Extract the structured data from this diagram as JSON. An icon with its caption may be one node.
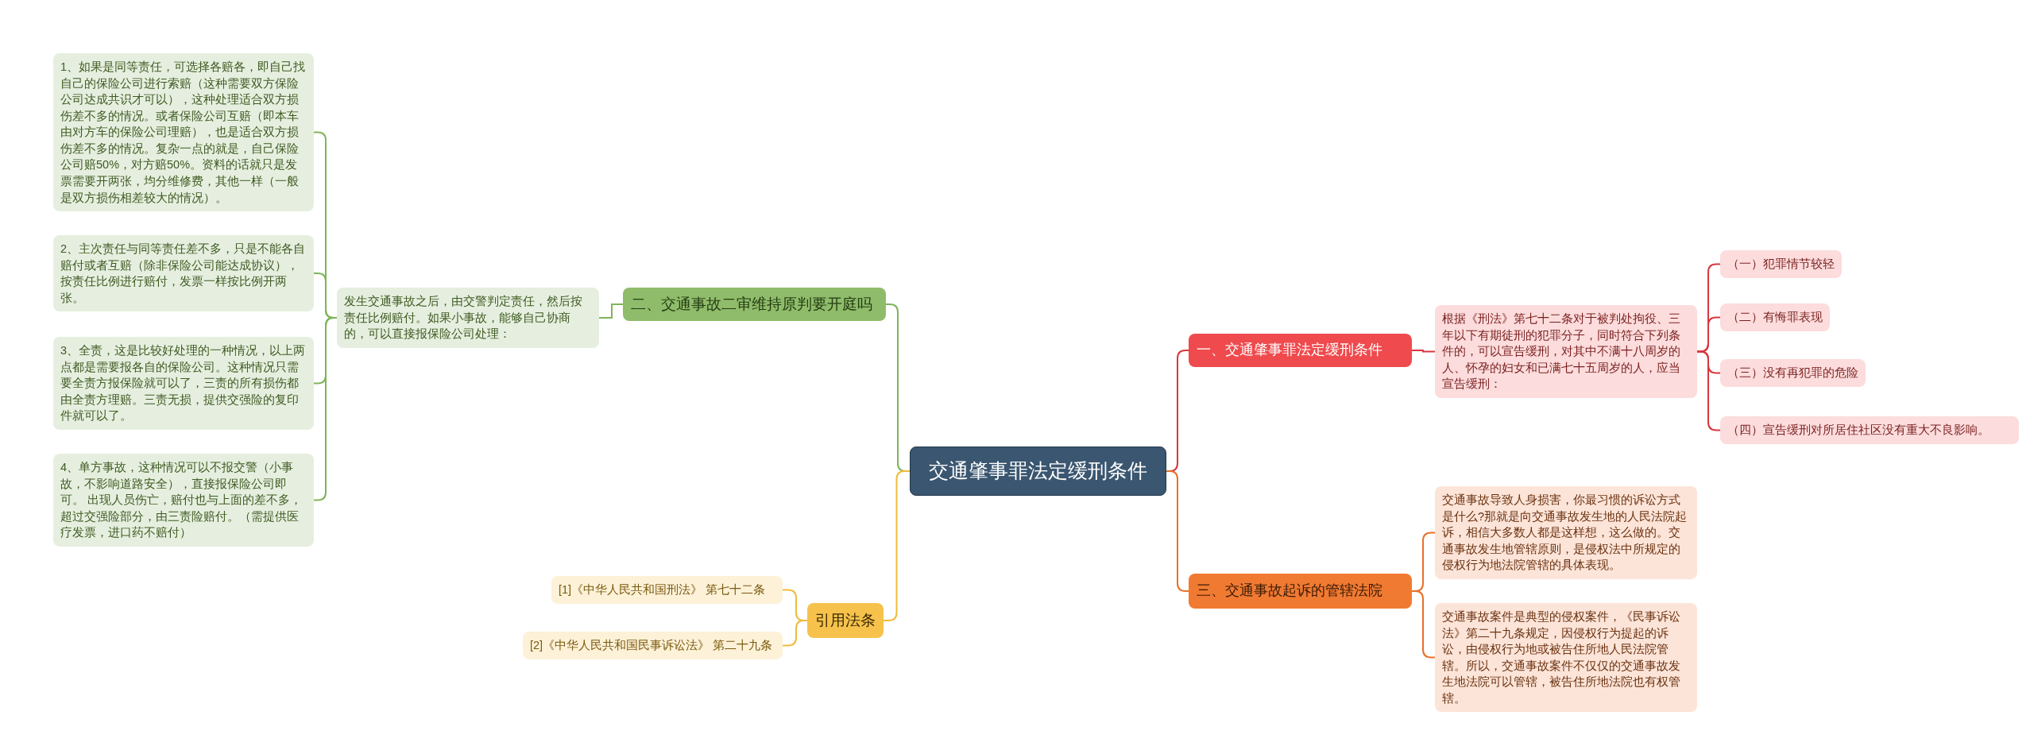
{
  "diagram": {
    "nodes": [
      {
        "text": [
          "交通肇事罪法定缓刑条件"
        ]
      },
      {
        "text": [
          "一、交通肇事罪法定缓刑条件"
        ]
      },
      {
        "text": [
          "根据《刑法》第七十二条对于被判处拘役、三年以下有期徒刑的犯罪分子，同时符合下列条件的，可以宣告缓刑，对其中不满十八周岁的人、怀孕的妇女和已满七十五周岁的人，应当宣告缓刑："
        ]
      },
      {
        "text": [
          "（一）犯罪情节较轻"
        ]
      },
      {
        "text": [
          "（二）有悔罪表现"
        ]
      },
      {
        "text": [
          "（三）没有再犯罪的危险"
        ]
      },
      {
        "text": [
          "（四）宣告缓刑对所居住社区没有重大不良影响。"
        ]
      },
      {
        "text": [
          "三、交通事故起诉的管辖法院"
        ]
      },
      {
        "text": [
          "交通事故导致人身损害，你最习惯的诉讼方式是什么?那就是向交通事故发生地的人民法院起诉，相信大多数人都是这样想，这么做的。交通事故发生地管辖原则，是侵权法中所规定的侵权行为地法院管辖的具体表现。"
        ]
      },
      {
        "text": [
          "交通事故案件是典型的侵权案件，《民事诉讼法》第二十九条规定，因侵权行为提起的诉讼，由侵权行为地或被告住所地人民法院管辖。所以，交通事故案件不仅仅的交通事故发生地法院可以管辖，被告住所地法院也有权管辖。"
        ]
      },
      {
        "text": [
          "二、交通事故二审维持原判要开庭吗"
        ]
      },
      {
        "text": [
          "发生交通事故之后，由交警判定责任，然后按责任比例赔付。如果小事故，能够自己协商的，可以直接报保险公司处理："
        ]
      },
      {
        "text": [
          "1、如果是同等责任，可选择各赔各，即自己找自己的保险公司进行索赔（这种需要双方保险公司达成共识才可以），这种处理适合双方损伤差不多的情况。或者保险公司互赔（即本车由对方车的保险公司理赔），也是适合双方损伤差不多的情况。复杂一点的就是，自己保险公司赔50%，对方赔50%。资料的话就只是发票需要开两张，均分维修费，其他一样（一般是双方损伤相差较大的情况）。"
        ]
      },
      {
        "text": [
          "2、主次责任与同等责任差不多，只是不能各自赔付或者互赔（除非保险公司能达成协议），按责任比例进行赔付，发票一样按比例开两张。"
        ]
      },
      {
        "text": [
          "3、全责，这是比较好处理的一种情况，以上两点都是需要报各自的保险公司。这种情况只需要全责方报保险就可以了，三责的所有损伤都由全责方理赔。三责无损，提供交强险的复印件就可以了。"
        ]
      },
      {
        "text": [
          "4、单方事故，这种情况可以不报交警（小事故，不影响道路安全），直接报保险公司即可。 出现人员伤亡，赔付也与上面的差不多，超过交强险部分，由三责险赔付。（需提供医疗发票，进口药不赔付）"
        ]
      },
      {
        "text": [
          "引用法条"
        ]
      },
      {
        "text": [
          "[1]《中华人民共和国刑法》 第七十二条"
        ]
      },
      {
        "text": [
          "[2]《中华人民共和国民事诉讼法》 第二十九条"
        ]
      }
    ],
    "edges": [
      {
        "from": 0,
        "to": 1,
        "arrow": "none",
        "color": "#d9363e"
      },
      {
        "from": 1,
        "to": 2,
        "arrow": "none",
        "color": "#d9363e"
      },
      {
        "from": 2,
        "to": 3,
        "arrow": "none",
        "color": "#d9363e"
      },
      {
        "from": 2,
        "to": 4,
        "arrow": "none",
        "color": "#d9363e"
      },
      {
        "from": 2,
        "to": 5,
        "arrow": "none",
        "color": "#d9363e"
      },
      {
        "from": 2,
        "to": 6,
        "arrow": "none",
        "color": "#d9363e"
      },
      {
        "from": 0,
        "to": 7,
        "arrow": "none",
        "color": "#e8702a"
      },
      {
        "from": 7,
        "to": 8,
        "arrow": "none",
        "color": "#e8702a"
      },
      {
        "from": 7,
        "to": 9,
        "arrow": "none",
        "color": "#e8702a"
      },
      {
        "from": 0,
        "to": 10,
        "arrow": "none",
        "color": "#7fb45a"
      },
      {
        "from": 10,
        "to": 11,
        "arrow": "none",
        "color": "#7fb45a"
      },
      {
        "from": 11,
        "to": 12,
        "arrow": "none",
        "color": "#7fb45a"
      },
      {
        "from": 11,
        "to": 13,
        "arrow": "none",
        "color": "#7fb45a"
      },
      {
        "from": 11,
        "to": 14,
        "arrow": "none",
        "color": "#7fb45a"
      },
      {
        "from": 11,
        "to": 15,
        "arrow": "none",
        "color": "#7fb45a"
      },
      {
        "from": 0,
        "to": 16,
        "arrow": "none",
        "color": "#f0bb3c"
      },
      {
        "from": 16,
        "to": 17,
        "arrow": "none",
        "color": "#f0bb3c"
      },
      {
        "from": 16,
        "to": 18,
        "arrow": "none",
        "color": "#f0bb3c"
      }
    ]
  }
}
